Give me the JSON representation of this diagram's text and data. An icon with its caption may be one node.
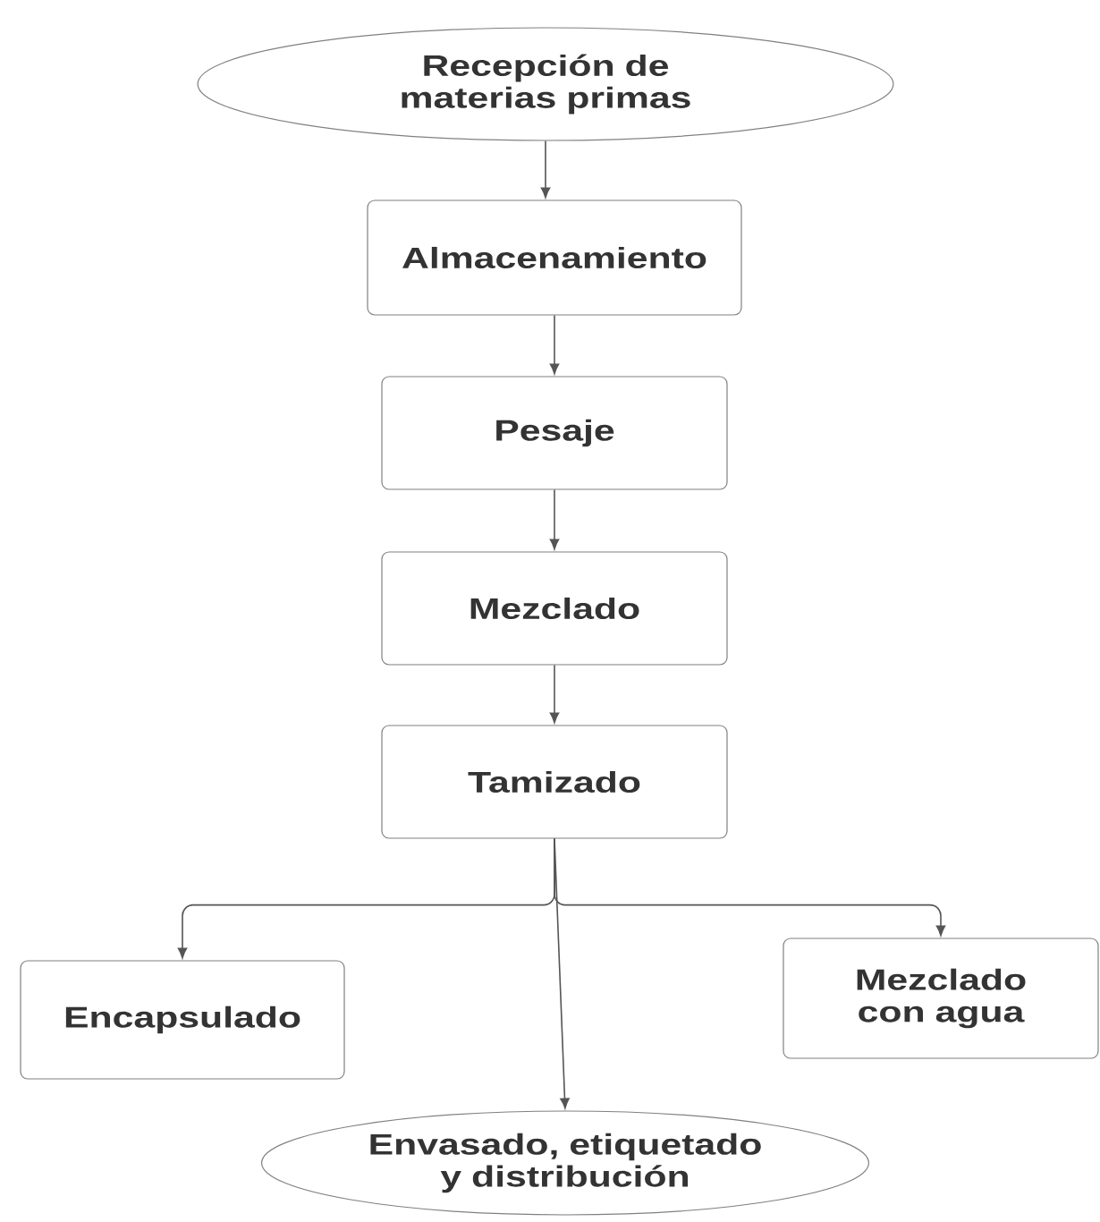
{
  "diagram": {
    "nodes": [
      {
        "text": [
          "Recepción de materias primas"
        ]
      },
      {
        "text": [
          "Almacenamiento"
        ]
      },
      {
        "text": [
          "Pesaje"
        ]
      },
      {
        "text": [
          "Mezclado"
        ]
      },
      {
        "text": [
          "Tamizado"
        ]
      },
      {
        "text": [
          "Encapsulado"
        ]
      },
      {
        "text": [
          "Mezclado con agua"
        ]
      },
      {
        "text": [
          "Envasado, etiquetado y distribución"
        ]
      }
    ],
    "edges": [
      {
        "from": 0,
        "to": 1,
        "arrow": "to"
      },
      {
        "from": 1,
        "to": 2,
        "arrow": "to"
      },
      {
        "from": 2,
        "to": 3,
        "arrow": "to"
      },
      {
        "from": 3,
        "to": 4,
        "arrow": "to"
      },
      {
        "from": 4,
        "to": 5,
        "arrow": "to"
      },
      {
        "from": 4,
        "to": 6,
        "arrow": "to"
      },
      {
        "from": 4,
        "to": 7,
        "arrow": "to"
      }
    ]
  }
}
